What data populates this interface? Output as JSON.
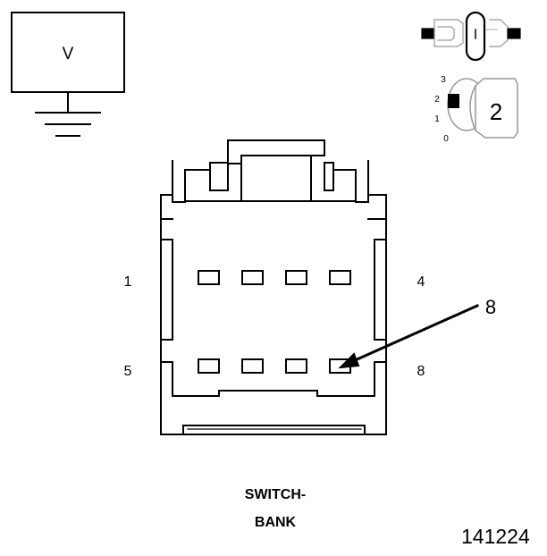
{
  "meter": {
    "label": "V"
  },
  "key": {
    "positions": [
      "3",
      "2",
      "1",
      "0"
    ],
    "selected": "2"
  },
  "connector": {
    "pin_labels": {
      "top_left": "1",
      "top_right": "4",
      "bottom_left": "5",
      "bottom_right": "8"
    },
    "callout": "8"
  },
  "caption": {
    "line1": "SWITCH-",
    "line2": "BANK"
  },
  "figure_number": "141224"
}
